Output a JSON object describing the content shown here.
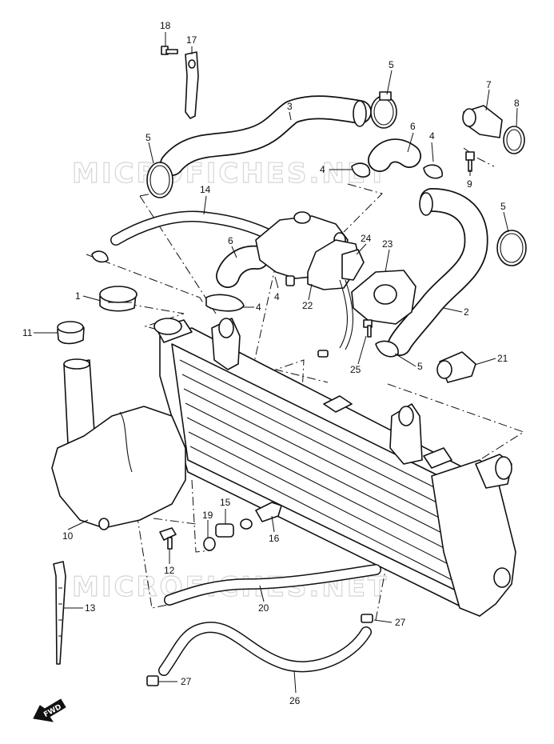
{
  "watermark": "MICROFICHES.NET",
  "fwd_label": "FWD",
  "callouts": [
    "1",
    "2",
    "3",
    "4",
    "5",
    "6",
    "7",
    "8",
    "9",
    "10",
    "11",
    "12",
    "13",
    "14",
    "15",
    "16",
    "17",
    "18",
    "19",
    "20",
    "21",
    "22",
    "23",
    "24",
    "25",
    "26",
    "27"
  ]
}
